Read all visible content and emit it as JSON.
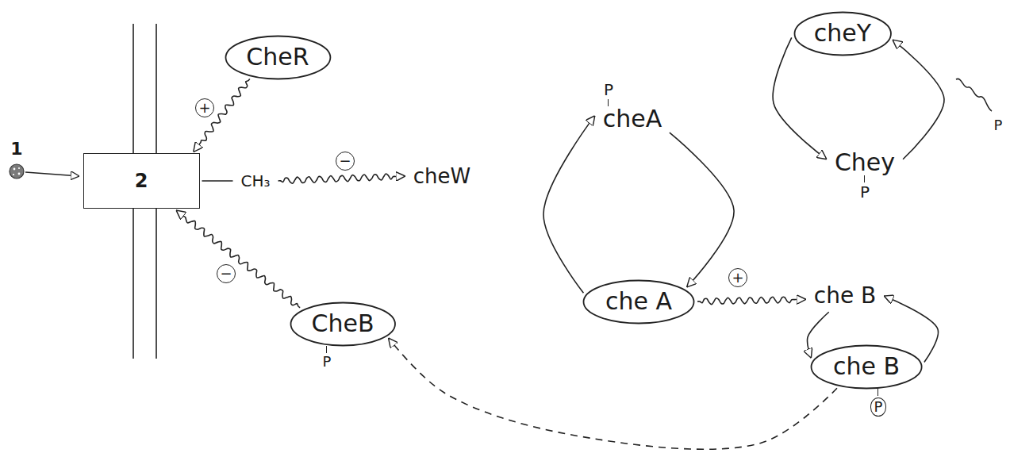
{
  "diagram": {
    "nodes": [
      {
        "text": [
          "CheR"
        ]
      },
      {
        "text": [
          "2"
        ]
      },
      {
        "text": [
          "CH₃"
        ]
      },
      {
        "text": [
          "cheW"
        ]
      },
      {
        "text": [
          "P",
          "cheA"
        ]
      },
      {
        "text": [
          "cheY"
        ]
      },
      {
        "text": [
          "Chey",
          "P"
        ]
      },
      {
        "text": [
          "CheB",
          "P"
        ]
      },
      {
        "text": [
          "che A"
        ]
      },
      {
        "text": [
          "che B"
        ]
      },
      {
        "text": [
          "che B",
          "P"
        ]
      }
    ],
    "edges": [
      {
        "from": 0,
        "to": 1,
        "arrow": "to",
        "label": "+"
      },
      {
        "from": 1,
        "to": 2,
        "arrow": "none"
      },
      {
        "from": 2,
        "to": 3,
        "arrow": "to",
        "label": "−"
      },
      {
        "from": 7,
        "to": 1,
        "arrow": "to",
        "label": "−"
      },
      {
        "from": 4,
        "to": 8,
        "arrow": "to"
      },
      {
        "from": 8,
        "to": 4,
        "arrow": "to"
      },
      {
        "from": 5,
        "to": 6,
        "arrow": "to"
      },
      {
        "from": 6,
        "to": 5,
        "arrow": "to"
      },
      {
        "from": 8,
        "to": 9,
        "arrow": "to",
        "label": "+"
      },
      {
        "from": 9,
        "to": 10,
        "arrow": "to"
      },
      {
        "from": 10,
        "to": 9,
        "arrow": "to"
      },
      {
        "from": 10,
        "to": 7,
        "arrow": "to"
      }
    ],
    "labels": [
      "1",
      "P"
    ]
  }
}
